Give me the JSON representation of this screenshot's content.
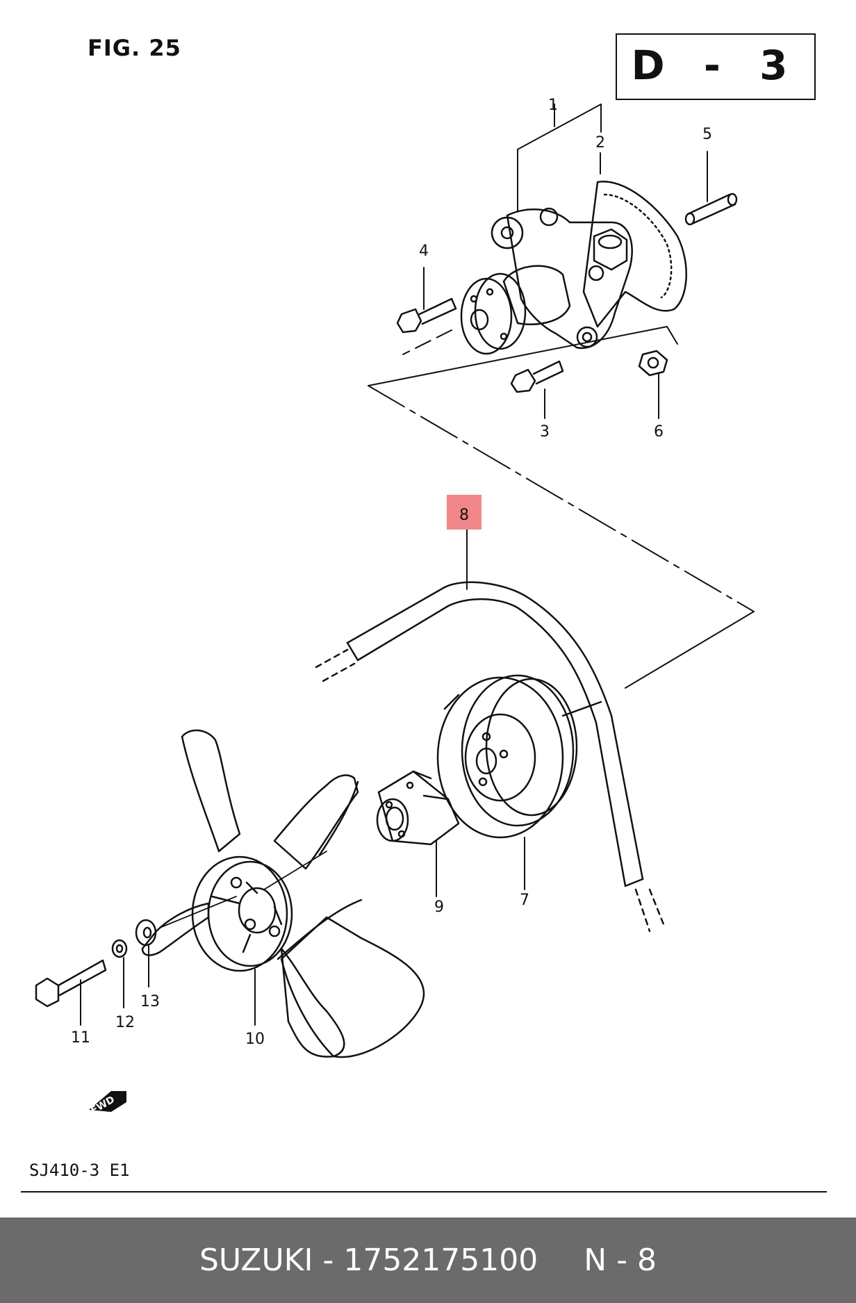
{
  "figure": {
    "title": "FIG. 25",
    "sheet_code": "D - 3",
    "model_label": "SJ410-3 E1"
  },
  "callouts": [
    "1",
    "2",
    "3",
    "4",
    "5",
    "6",
    "7",
    "8",
    "9",
    "10",
    "11",
    "12",
    "13"
  ],
  "highlighted_callout": "8",
  "highlight_color": "#f2868a",
  "fwd_label": "FWD",
  "caption": {
    "brand_part": "SUZUKI - 1752175100",
    "ref": "N - 8"
  }
}
